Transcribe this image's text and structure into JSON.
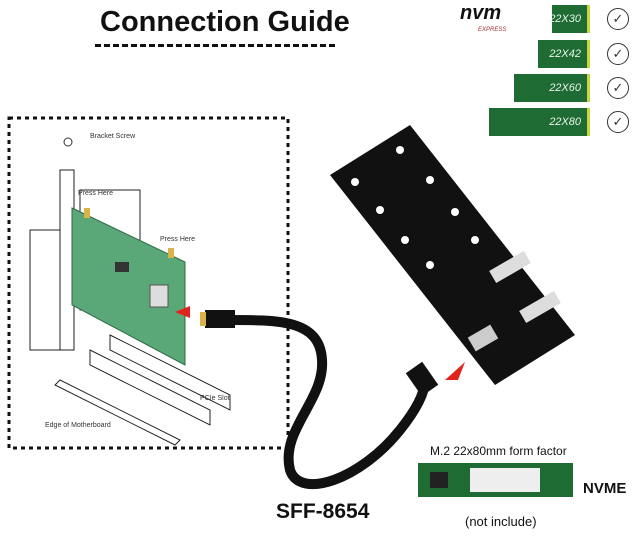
{
  "title": "Connection Guide",
  "nvm_logo": {
    "main": "nvm",
    "sub": "EXPRESS"
  },
  "form_factors": [
    {
      "label": "22X30",
      "supported": true
    },
    {
      "label": "22X42",
      "supported": true
    },
    {
      "label": "22X60",
      "supported": true
    },
    {
      "label": "22X80",
      "supported": true
    }
  ],
  "diagram_labels": {
    "bracket_screw": "Bracket Screw",
    "press_here_1": "Press Here",
    "press_here_2": "Press Here",
    "pcie_slot": "PCIe Slot",
    "motherboard": "Edge of Motherboard"
  },
  "cable_label": "SFF-8654",
  "m2_label": "M.2 22x80mm form factor",
  "nvme_label": "NVME",
  "not_include": "(not include)",
  "colors": {
    "pcb_green": "#1e6b34",
    "card_green": "#5aa878",
    "arrow_red": "#e0231b",
    "board_black": "#111111"
  }
}
